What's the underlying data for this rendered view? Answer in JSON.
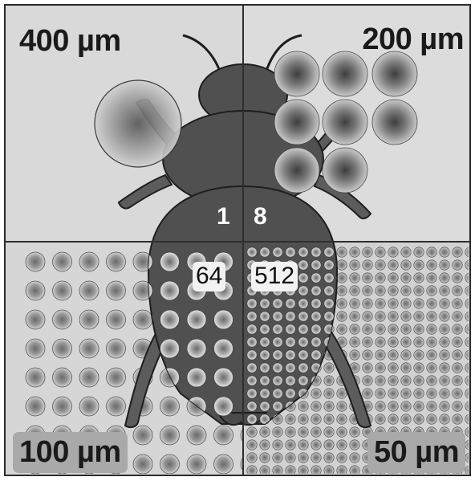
{
  "quadrants": {
    "top_left": {
      "size_label": "400 µm",
      "count": "1"
    },
    "top_right": {
      "size_label": "200 µm",
      "count": "8"
    },
    "bottom_left": {
      "size_label": "100 µm",
      "count": "64"
    },
    "bottom_right": {
      "size_label": "50 µm",
      "count": "512"
    }
  },
  "colors": {
    "background": "#d7d7d7",
    "beetle": "#505050",
    "outline": "#1e1e1e",
    "divider": "#3a3a3a",
    "label_box": "#a9a9a9"
  }
}
